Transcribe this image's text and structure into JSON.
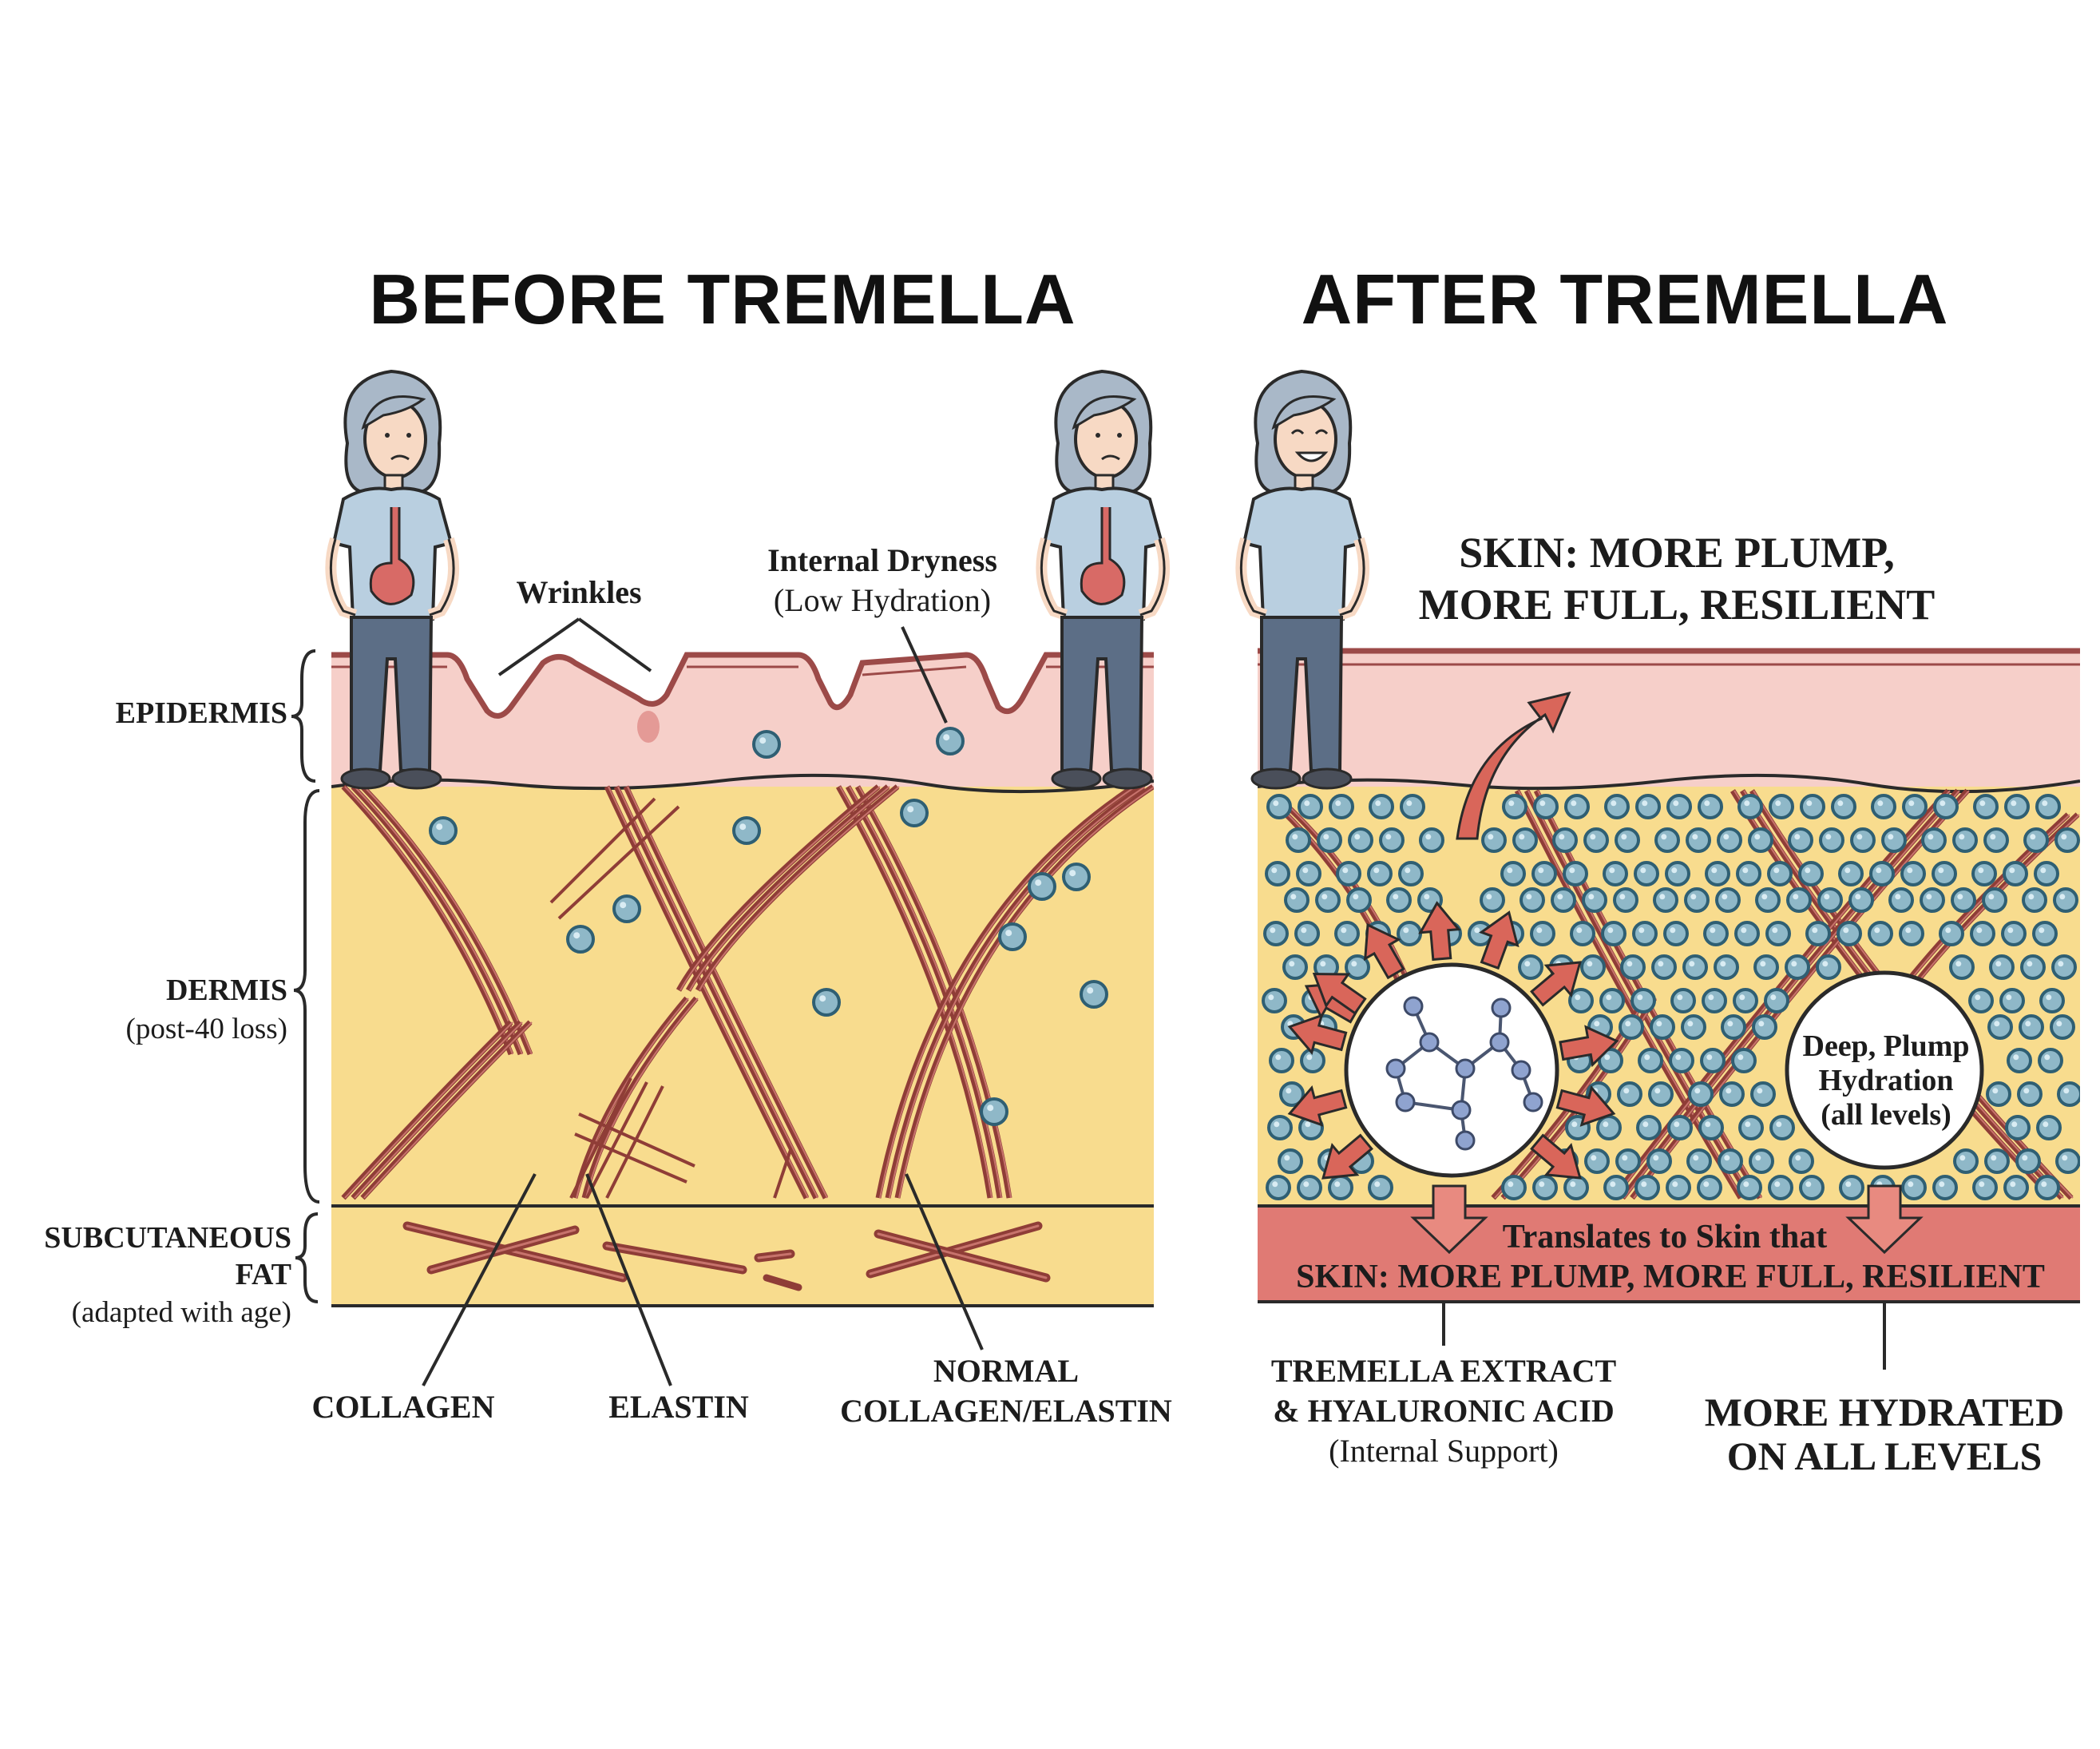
{
  "headings": {
    "before": "BEFORE TREMELLA",
    "after": "AFTER TREMELLA"
  },
  "layers": {
    "epidermis": "EPIDERMIS",
    "dermis": "DERMIS",
    "dermis_sub": "(post-40 loss)",
    "subcutaneous_line1": "SUBCUTANEOUS",
    "subcutaneous_line2": "FAT",
    "subcutaneous_sub": "(adapted with age)"
  },
  "before_panel": {
    "wrinkles": "Wrinkles",
    "dryness_line1": "Internal Dryness",
    "dryness_line2": "(Low Hydration)",
    "collagen": "COLLAGEN",
    "elastin": "ELASTIN",
    "normal_line1": "NORMAL",
    "normal_line2": "COLLAGEN/ELASTIN"
  },
  "after_panel": {
    "headline_line1": "SKIN: MORE PLUMP,",
    "headline_line2": "MORE FULL, RESILIENT",
    "hydration_line1": "Deep, Plump",
    "hydration_line2": "Hydration",
    "hydration_line3": "(all levels)",
    "band_line1": "Translates to Skin that",
    "band_line2": "SKIN: MORE PLUMP, MORE FULL, RESILIENT",
    "extract_line1": "TREMELLA EXTRACT",
    "extract_line2": "& HYALURONIC ACID",
    "extract_line3": "(Internal Support)",
    "hydrated_line1": "MORE HYDRATED",
    "hydrated_line2": "ON ALL LEVELS"
  },
  "colors": {
    "epidermis": "#f6cfc9",
    "epidermis_line": "#9c4a48",
    "dermis": "#f8dc8e",
    "collagen": "#8f3d37",
    "droplet": "#8fb8c8",
    "droplet_edge": "#2f5f73",
    "arrow": "#d9665a",
    "band": "#e07a74",
    "person_hair": "#a9b8c8",
    "person_shirt": "#b9cfe0",
    "person_pants": "#5c6e86"
  }
}
